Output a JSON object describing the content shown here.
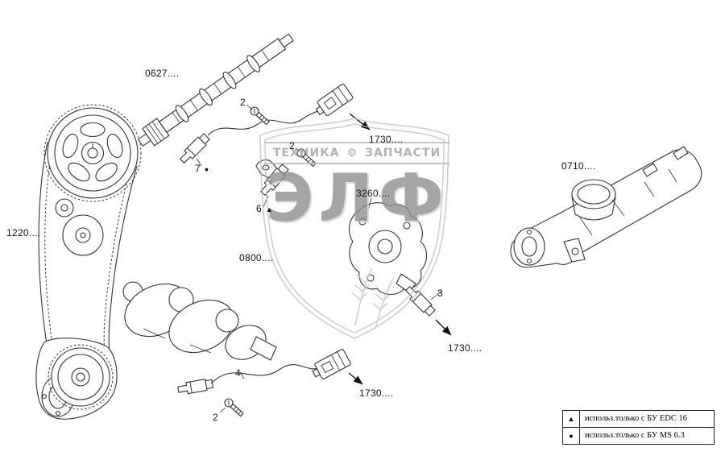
{
  "diagram": {
    "part_labels": {
      "camshaft": "0627....",
      "timing_drive": "1220....",
      "crankshaft": "0800....",
      "sensor_housing": "3260....",
      "manifold": "0710....",
      "connector_top": "1730....",
      "connector_oil": "1730....",
      "connector_bottom": "1730...."
    },
    "callouts": {
      "bolt_top": "2",
      "bolt_mid": "2",
      "bolt_bottom": "2",
      "oil_pressure_sensor": "3",
      "crank_sensor": "4",
      "cam_sensor_mid": "6",
      "cam_sensor_top": "7"
    },
    "markers": {
      "triangle": "▲",
      "dot": "●"
    }
  },
  "watermark": {
    "band_left": "ТЕХНИКА",
    "gear": "⚙",
    "band_right": "ЗАПЧАСТИ",
    "title": "ЭЛФ"
  },
  "legend": {
    "rows": [
      {
        "marker": "▲",
        "text": "использ.только с БУ EDC 16"
      },
      {
        "marker": "●",
        "text": "использ.только с БУ MS 6.3"
      }
    ]
  }
}
